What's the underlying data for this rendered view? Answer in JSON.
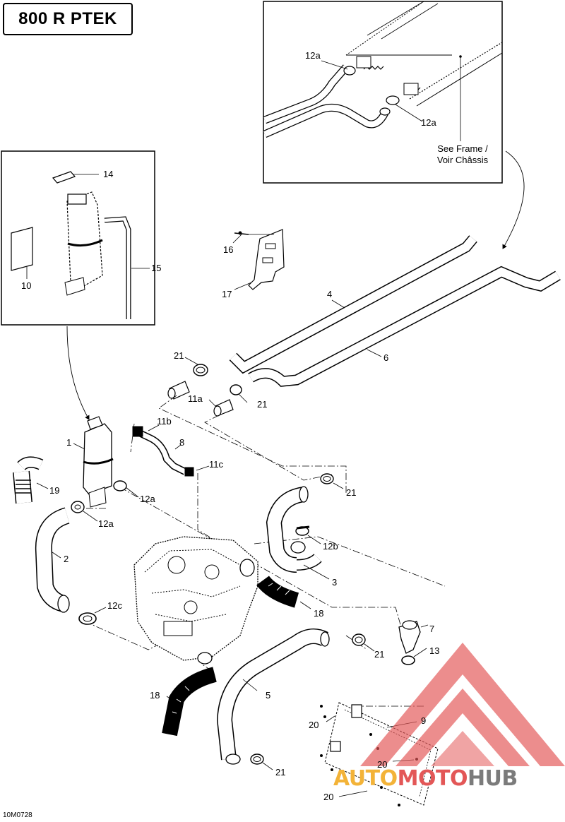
{
  "title": "800 R PTEK",
  "drawing_code": "10M0728",
  "note_frame": [
    "See Frame /",
    "Voir Châssis"
  ],
  "callouts": {
    "c1": "1",
    "c2": "2",
    "c3": "3",
    "c4": "4",
    "c5": "5",
    "c6": "6",
    "c7": "7",
    "c8": "8",
    "c9": "9",
    "c10": "10",
    "c11a": "11a",
    "c11b": "11b",
    "c11c": "11c",
    "c12a_top1": "12a",
    "c12a_top2": "12a",
    "c12a_left": "12a",
    "c12a_mid": "12a",
    "c12b": "12b",
    "c12c": "12c",
    "c13": "13",
    "c14": "14",
    "c15": "15",
    "c16": "16",
    "c17": "17",
    "c18_right": "18",
    "c18_left": "18",
    "c19": "19",
    "c20_a": "20",
    "c20_b": "20",
    "c20_c": "20",
    "c21_top": "21",
    "c21_mid": "21",
    "c21_right1": "21",
    "c21_right2": "21",
    "c21_bottom": "21"
  },
  "watermark": {
    "part1": "AUTO",
    "part2": "MOTO",
    "part3": "HUB"
  },
  "colors": {
    "watermark_red": "#e35757",
    "watermark_orange": "#f3b338",
    "watermark_gray": "#7b7b7b"
  }
}
